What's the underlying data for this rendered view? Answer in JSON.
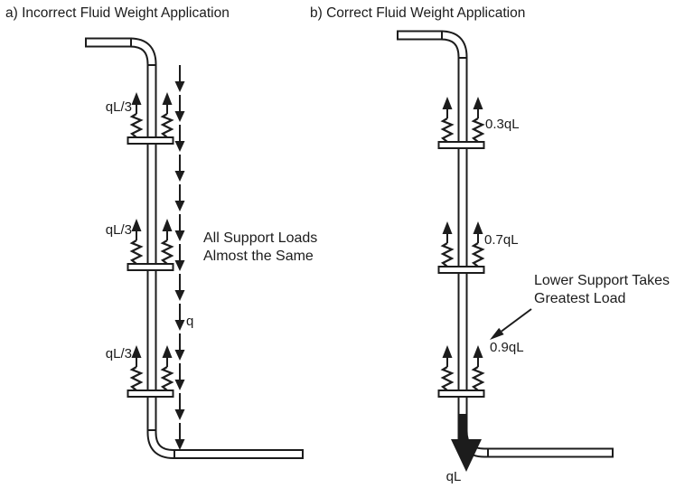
{
  "colors": {
    "ink": "#1c1c1c",
    "paper": "#ffffff"
  },
  "panel_a": {
    "title": "a) Incorrect Fluid Weight Application",
    "support_labels": [
      "qL/3",
      "qL/3",
      "qL/3"
    ],
    "distributed_load_label": "q",
    "note_line1": "All Support Loads",
    "note_line2": "Almost the Same"
  },
  "panel_b": {
    "title": "b) Correct Fluid Weight Application",
    "support_labels": [
      "0.3qL",
      "0.7qL",
      "0.9qL"
    ],
    "note_line1": "Lower Support Takes",
    "note_line2": "Greatest Load",
    "end_load_label": "qL"
  }
}
